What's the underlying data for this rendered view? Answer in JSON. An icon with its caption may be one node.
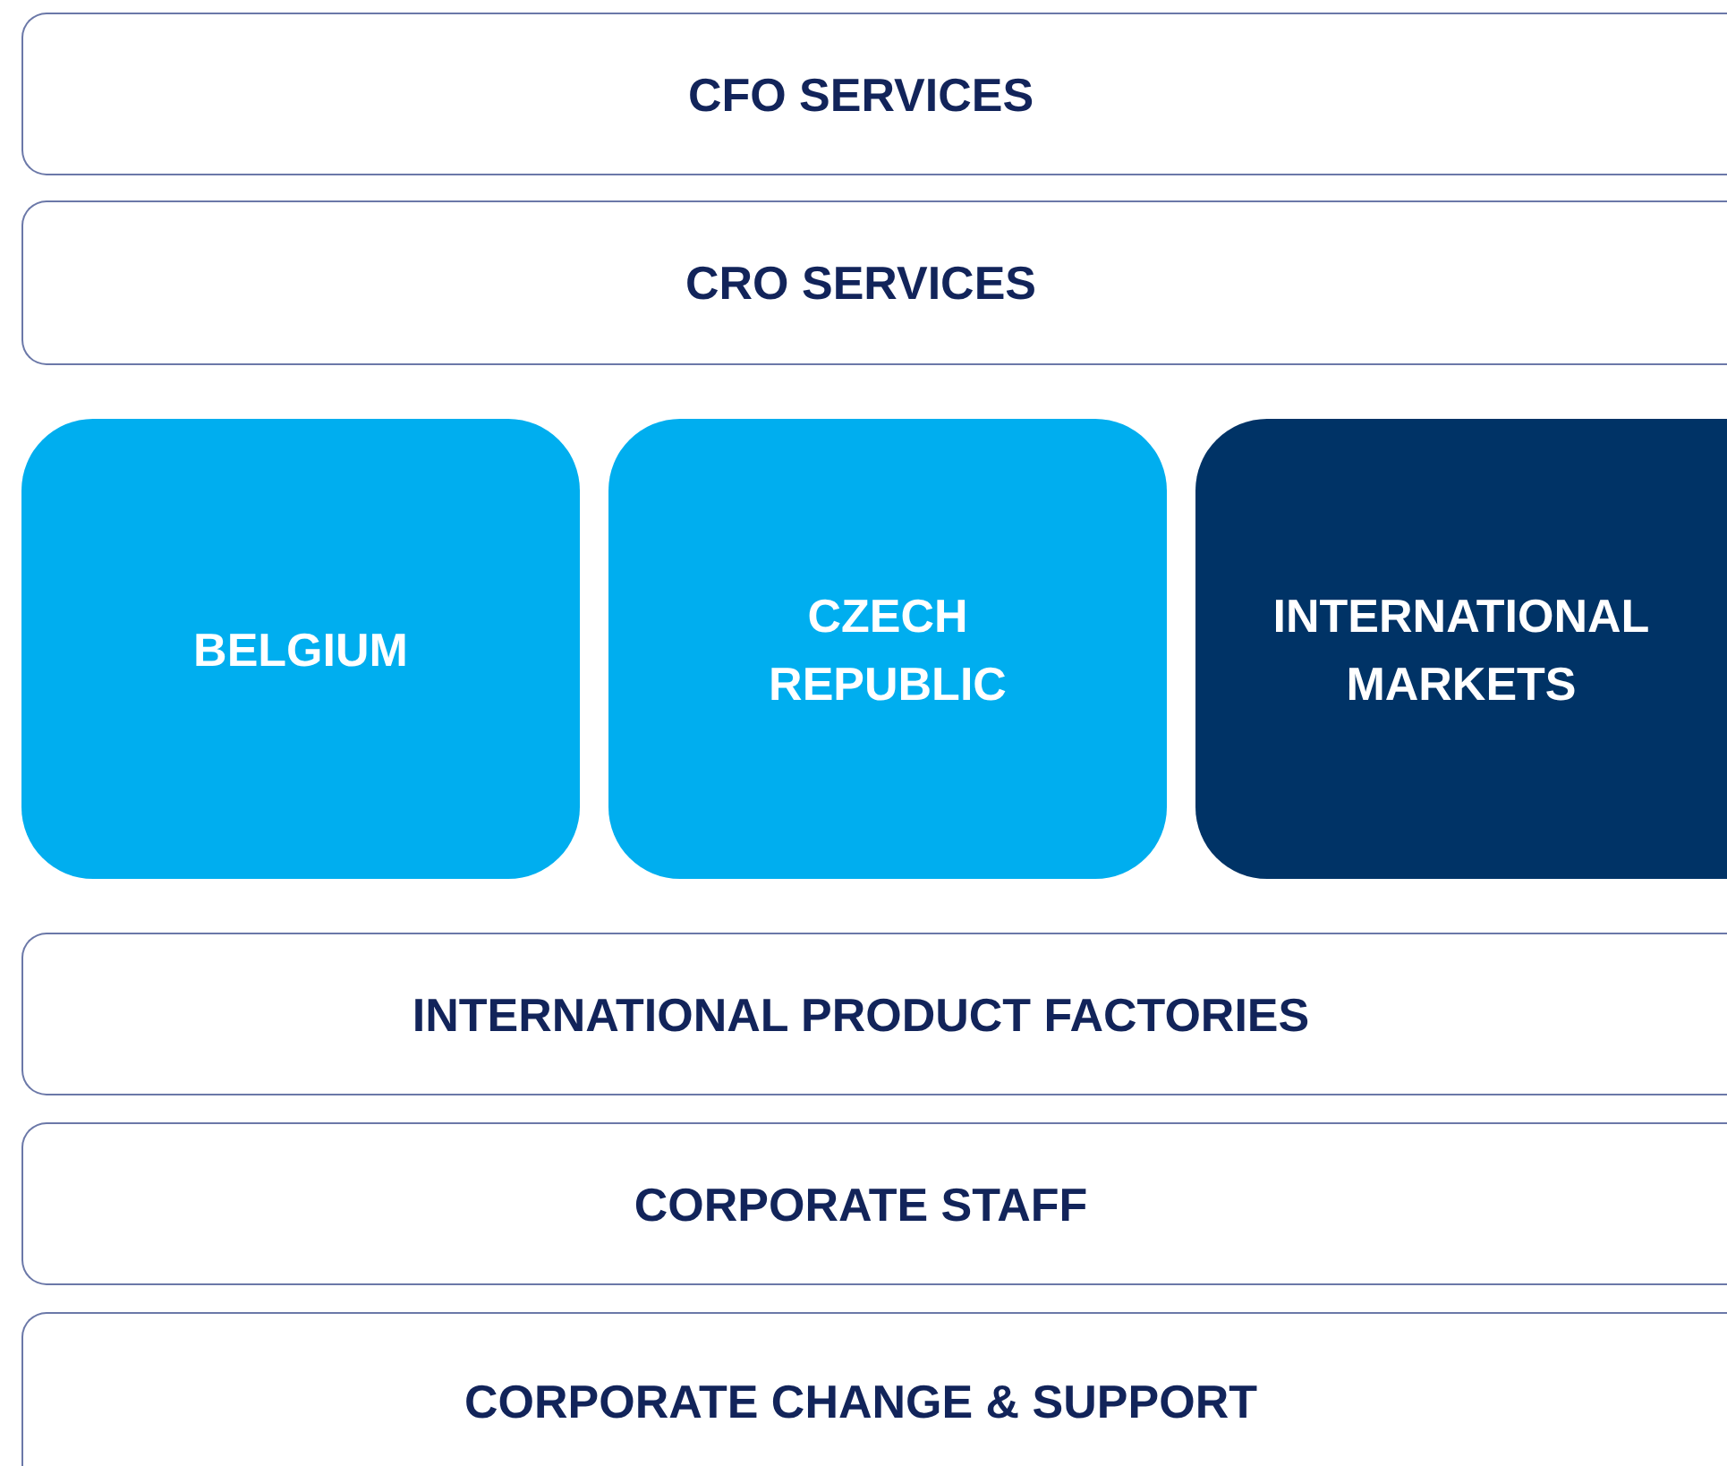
{
  "diagram": {
    "nodes": [
      {
        "text": [
          "CFO SERVICES"
        ]
      },
      {
        "text": [
          "CRO SERVICES"
        ]
      },
      {
        "text": [
          "BELGIUM"
        ]
      },
      {
        "text": [
          "CZECH REPUBLIC"
        ]
      },
      {
        "text": [
          "INTERNATIONAL MARKETS"
        ]
      },
      {
        "text": [
          "INTERNATIONAL PRODUCT FACTORIES"
        ]
      },
      {
        "text": [
          "CORPORATE STAFF"
        ]
      },
      {
        "text": [
          "CORPORATE CHANGE & SUPPORT"
        ]
      }
    ]
  }
}
